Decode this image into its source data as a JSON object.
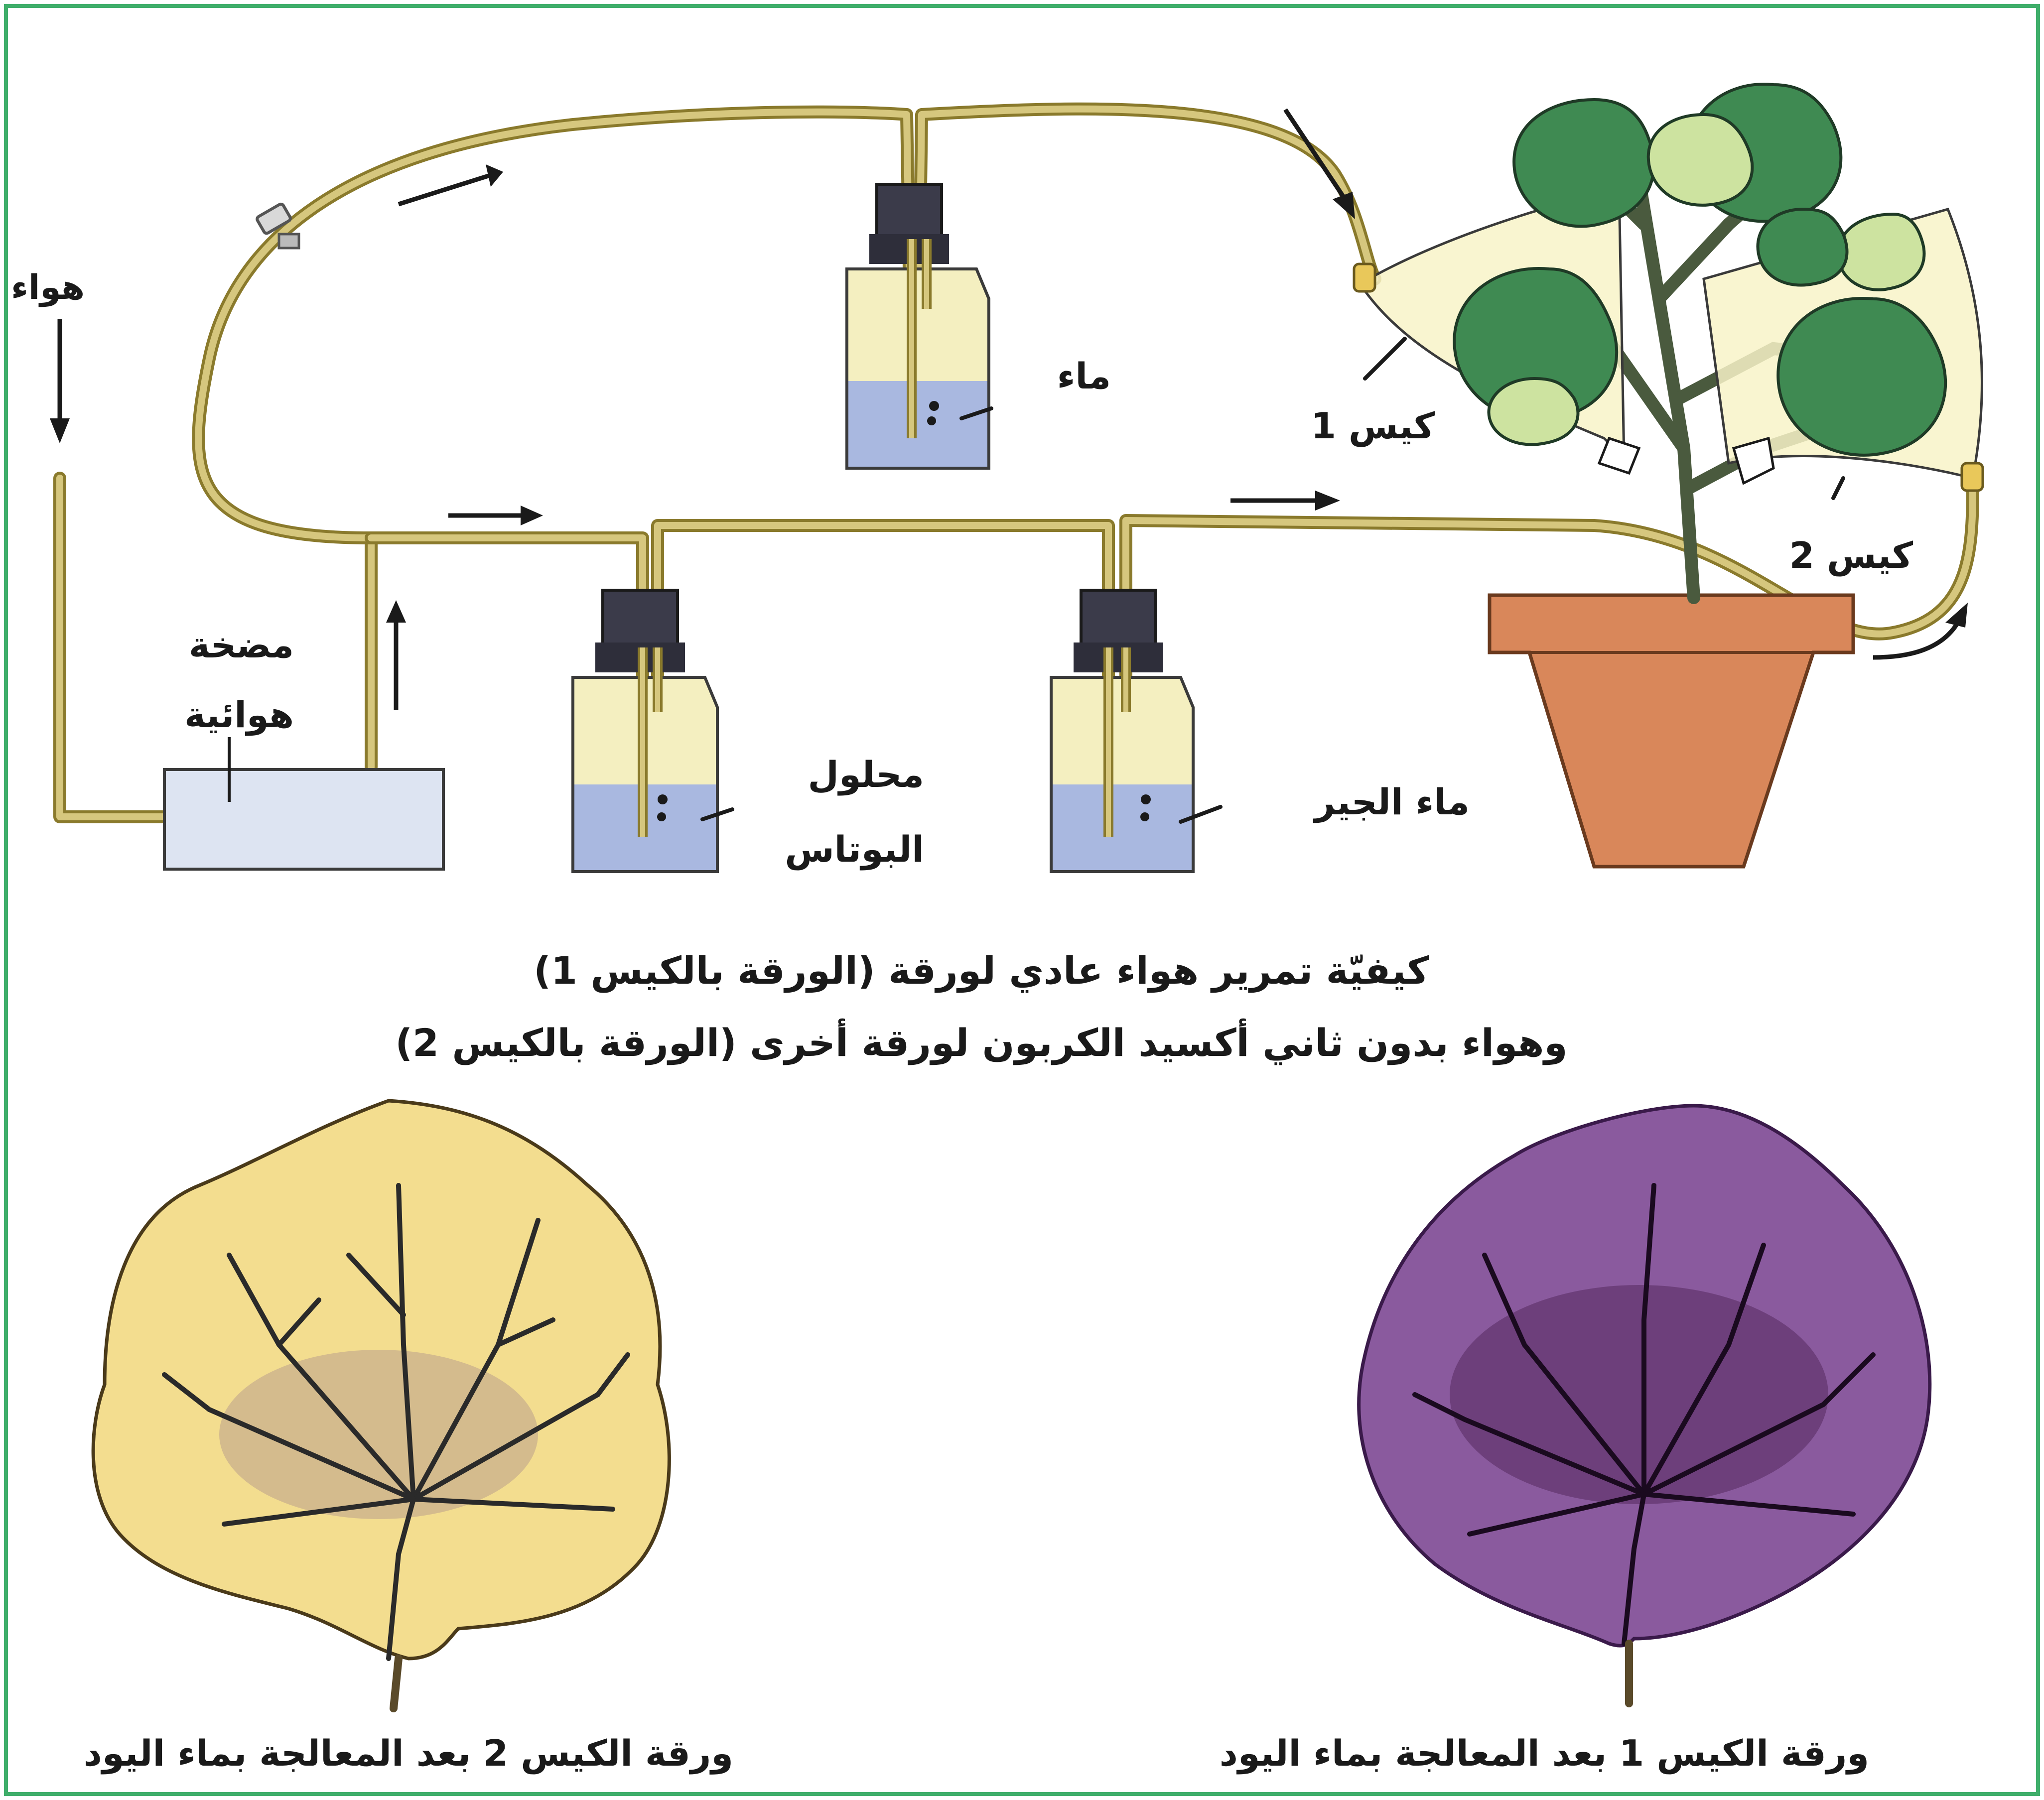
{
  "labels": {
    "air": "هواء",
    "pump_line1": "مضخة",
    "pump_line2": "هوائية",
    "water": "ماء",
    "bag1": "كيس 1",
    "bag2": "كيس 2",
    "potash_line1": "محلول",
    "potash_line2": "البوتاس",
    "limewater": "ماء الجير"
  },
  "caption": {
    "line1": "كيفيّة تمرير هواء عادي لورقة (الورقة بالكيس 1)",
    "line2": "وهواء بدون ثاني أكسيد الكربون لورقة أخرى (الورقة بالكيس 2)"
  },
  "bottom": {
    "leaf2_caption": "ورقة الكيس 2 بعد المعالجة بماء اليود",
    "leaf1_caption": "ورقة الكيس 1 بعد المعالجة بماء اليود"
  },
  "colors": {
    "frame": "#3fae6a",
    "tube": "#c9b86a",
    "tube_edge": "#8a7a2c",
    "liquid": "#a9b8e0",
    "jar_body": "#f4efc0",
    "pump": "#dde4f2",
    "pot": "#d9875a",
    "leaf_green": "#3f8a52",
    "leaf_yellow": "#f3dd8f",
    "leaf_purple": "#8a5a9e",
    "bag": "#f8f3c8"
  },
  "icons": [
    "arrow-icon",
    "clamp-icon",
    "cork-icon"
  ]
}
